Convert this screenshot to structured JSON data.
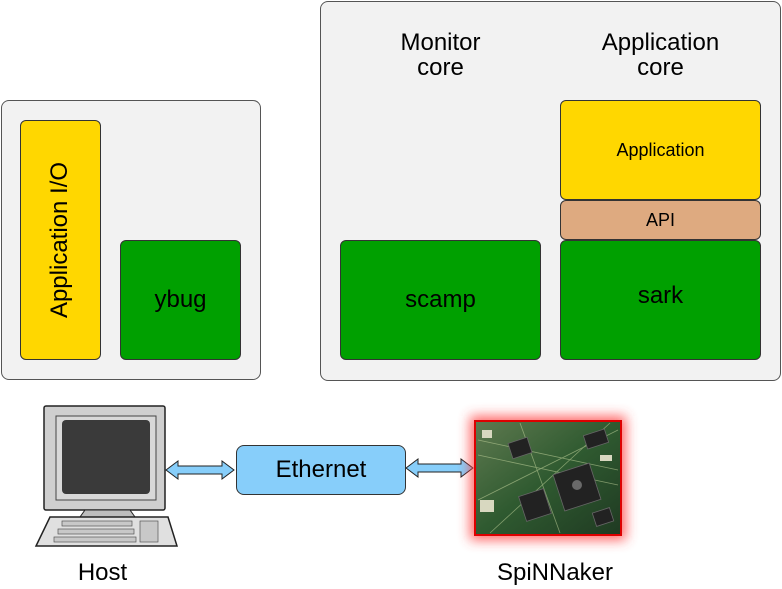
{
  "host_panel": {
    "app_io_label": "Application I/O",
    "ybug_label": "ybug"
  },
  "spinnaker_panel": {
    "monitor_core_label": "Monitor core",
    "application_core_label": "Application core",
    "scamp_label": "scamp",
    "application_label": "Application",
    "api_label": "API",
    "sark_label": "sark"
  },
  "bottom": {
    "ethernet_label": "Ethernet",
    "host_label": "Host",
    "spinnaker_label": "SpiNNaker"
  },
  "colors": {
    "yellow": "#ffd700",
    "green": "#00a000",
    "tan": "#deaa80",
    "light_blue": "#87cefa",
    "panel": "#f2f2f2"
  }
}
